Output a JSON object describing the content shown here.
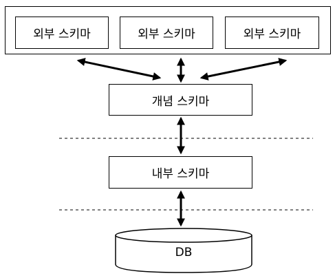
{
  "external_level": {
    "boxes": [
      {
        "label": "외부 스키마"
      },
      {
        "label": "외부 스키마"
      },
      {
        "label": "외부 스키마"
      }
    ]
  },
  "conceptual": {
    "label": "개념 스키마"
  },
  "internal": {
    "label": "내부 스키마"
  },
  "database": {
    "label": "DB"
  }
}
